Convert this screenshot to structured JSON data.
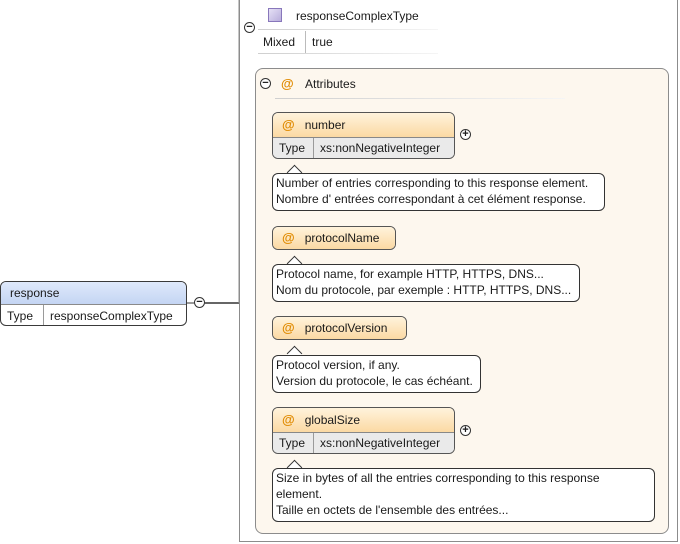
{
  "element": {
    "name": "response",
    "type_key": "Type",
    "type_value": "responseComplexType",
    "toggle": "−"
  },
  "complex_type": {
    "name": "responseComplexType",
    "mixed_key": "Mixed",
    "mixed_value": "true",
    "toggle": "−"
  },
  "attributes_group": {
    "title": "Attributes",
    "at_symbol": "@",
    "toggle": "−",
    "attributes": [
      {
        "name": "number",
        "type_key": "Type",
        "type_value": "xs:nonNegativeInteger",
        "expand": "+",
        "doc": [
          "Number of entries corresponding to this response element.",
          "Nombre d' entrées correspondant à cet élément response."
        ]
      },
      {
        "name": "protocolName",
        "doc": [
          "Protocol name, for example HTTP, HTTPS, DNS...",
          "Nom du protocole, par exemple : HTTP, HTTPS, DNS..."
        ]
      },
      {
        "name": "protocolVersion",
        "doc": [
          "Protocol version, if any.",
          "Version du protocole, le cas échéant."
        ]
      },
      {
        "name": "globalSize",
        "type_key": "Type",
        "type_value": "xs:nonNegativeInteger",
        "expand": "+",
        "doc": [
          "Size in bytes of all the entries corresponding to this response",
          "element.",
          "Taille en octets de l'ensemble des entrées..."
        ]
      }
    ]
  },
  "colors": {
    "element_header": "#c4d5f3",
    "attribute_header": "#fbd9a3",
    "group_background": "#fdf7ee",
    "at_symbol": "#e08a00"
  }
}
